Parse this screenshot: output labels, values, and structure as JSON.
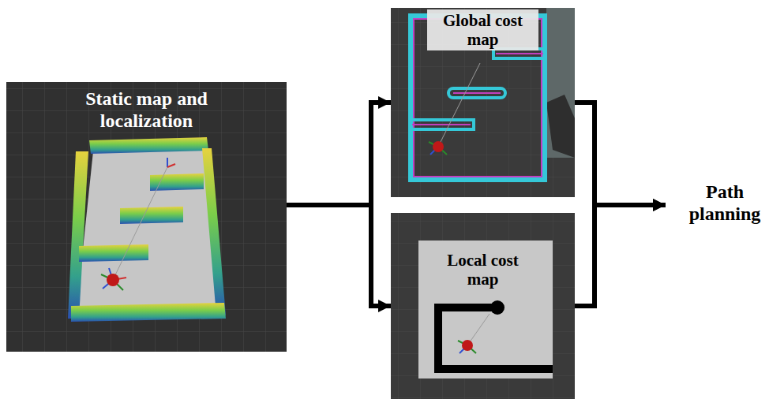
{
  "diagram": {
    "nodes": [
      {
        "text": [
          "Static map and localization"
        ]
      },
      {
        "text": [
          "Global cost map"
        ]
      },
      {
        "text": [
          "Local cost map"
        ]
      },
      {
        "text": [
          "Path planning"
        ]
      }
    ],
    "edges": [
      {
        "from": 0,
        "to": 1,
        "arrow": "to"
      },
      {
        "from": 0,
        "to": 2,
        "arrow": "to"
      },
      {
        "from": 1,
        "to": 3,
        "arrow": "to"
      },
      {
        "from": 2,
        "to": 3,
        "arrow": "to"
      }
    ]
  }
}
